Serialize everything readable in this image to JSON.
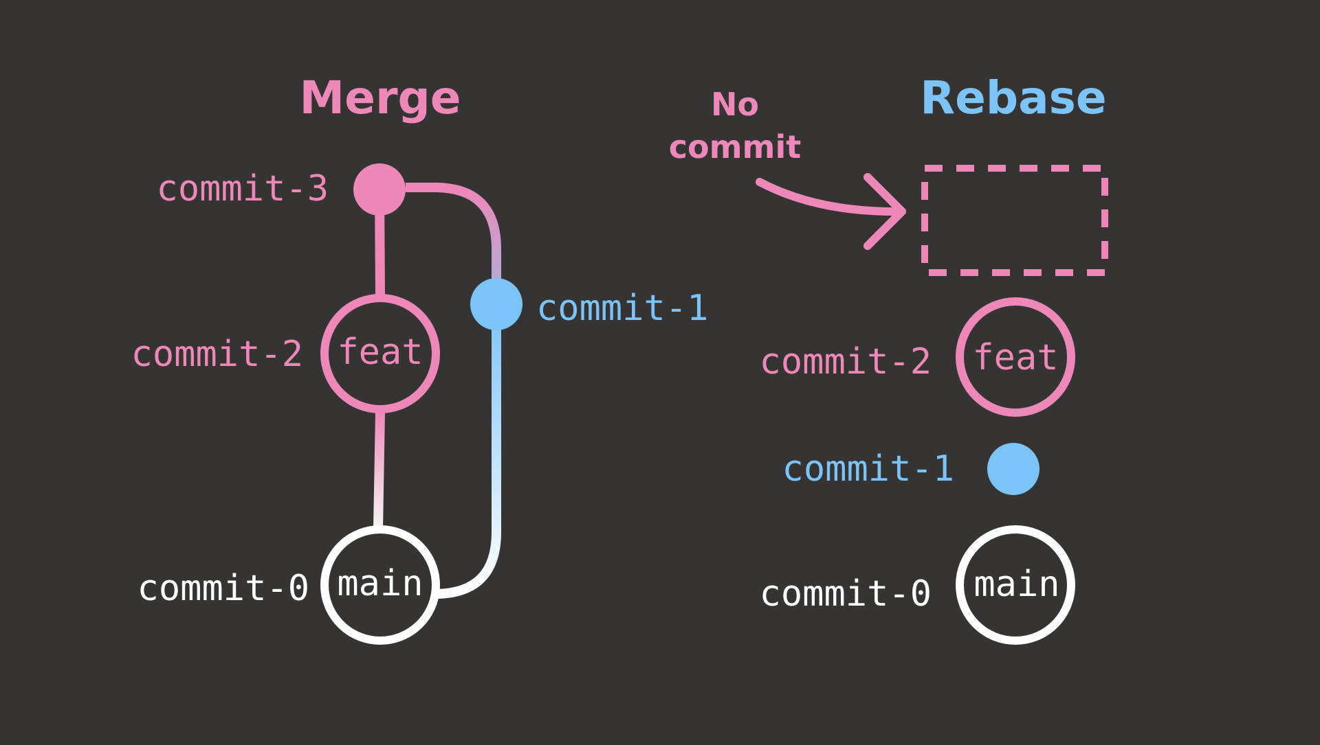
{
  "colors": {
    "background": "#353433",
    "pink": "#ee88b9",
    "blue": "#7cc3f8",
    "white": "#ffffff"
  },
  "merge": {
    "title": "Merge",
    "commit3": "commit-3",
    "commit2": "commit-2",
    "commit1": "commit-1",
    "commit0": "commit-0",
    "feat_label": "feat",
    "main_label": "main"
  },
  "rebase": {
    "title": "Rebase",
    "note_line1": "No",
    "note_line2": "commit",
    "commit2": "commit-2",
    "commit1": "commit-1",
    "commit0": "commit-0",
    "feat_label": "feat",
    "main_label": "main"
  }
}
